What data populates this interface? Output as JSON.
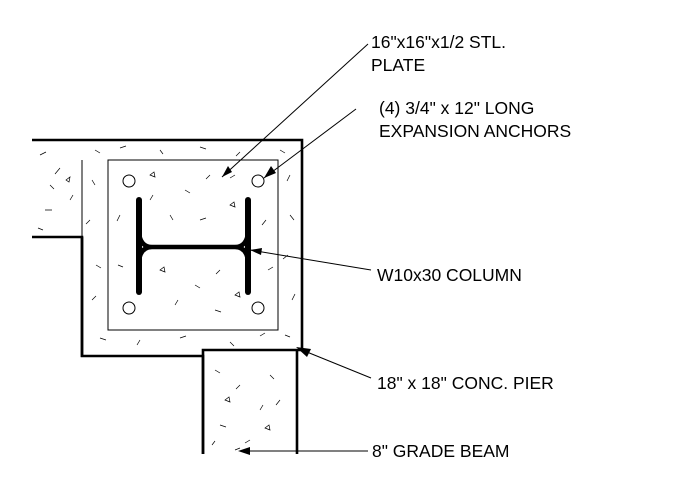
{
  "callouts": {
    "plate": {
      "line1": "16\"x16\"x1/2 STL.",
      "line2": "PLATE"
    },
    "anchors": {
      "line1": "(4) 3/4\" x 12\" LONG",
      "line2": "EXPANSION ANCHORS"
    },
    "column": "W10x30 COLUMN",
    "pier": "18\" x 18\" CONC. PIER",
    "beam": "8\" GRADE BEAM"
  },
  "colors": {
    "ink": "#000000",
    "paper": "#ffffff"
  }
}
